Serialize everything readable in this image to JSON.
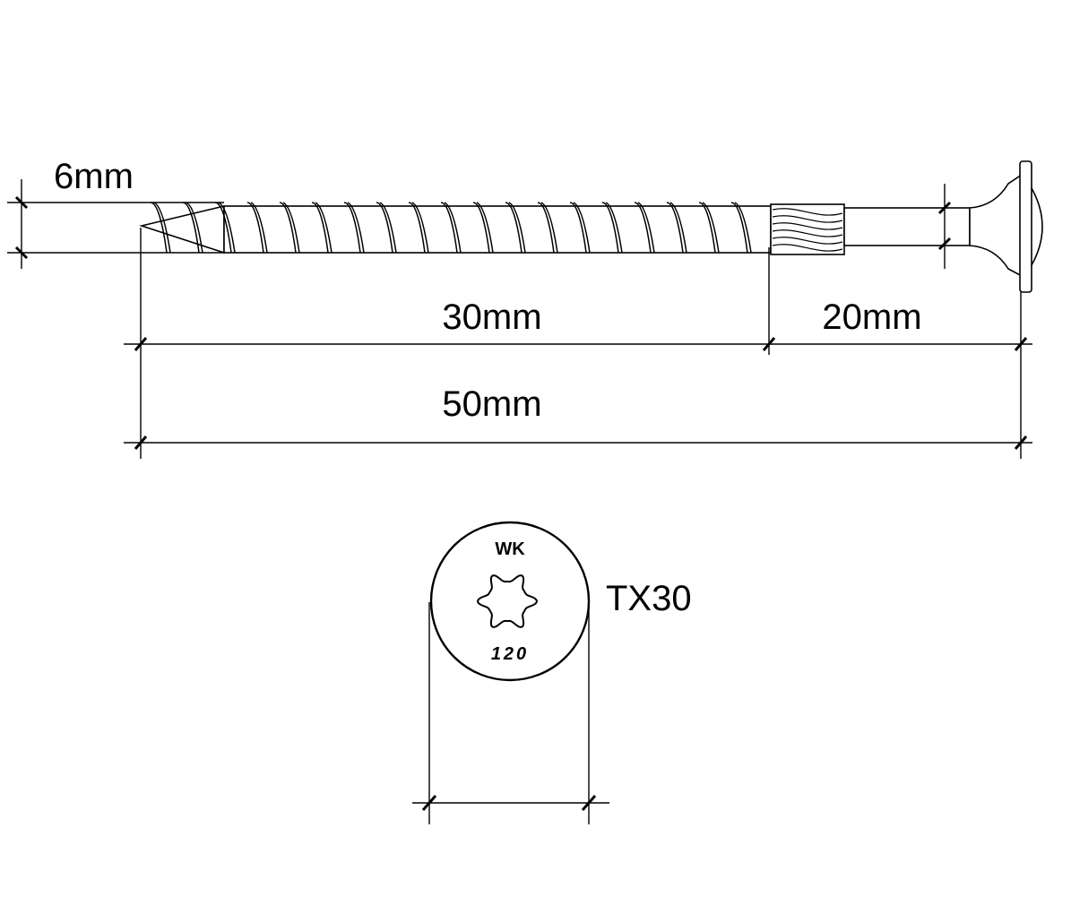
{
  "dimensions": {
    "thread_diameter": "6mm",
    "thread_length": "30mm",
    "shank_length": "20mm",
    "total_length": "50mm"
  },
  "head": {
    "drive_label": "TX30",
    "marking_top": "WK",
    "marking_bottom": "120"
  }
}
